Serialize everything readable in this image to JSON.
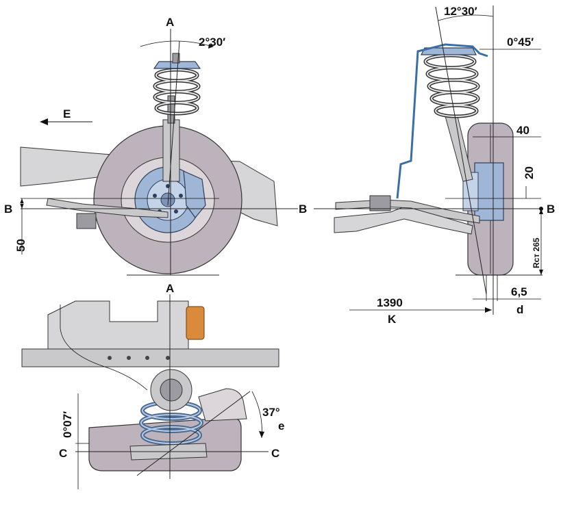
{
  "diagram": {
    "labels": {
      "axis_a_top": "A",
      "axis_a_bottom": "A",
      "axis_b_left": "B",
      "axis_b_mid": "B",
      "axis_b_right": "B",
      "axis_c_left": "C",
      "axis_c_right": "C",
      "direction_e": "E",
      "angle_e": "e",
      "k": "K",
      "d": "d"
    },
    "dimensions": {
      "caster_angle": "2°30′",
      "kingpin_angle": "12°30′",
      "camber_angle": "0°45′",
      "toe_angle": "0°07′",
      "steer_angle": "37°",
      "dim_40": "40",
      "dim_20": "20",
      "dim_50": "50",
      "dim_6_5": "6,5",
      "dim_1390": "1390",
      "rst_265": "Rст 265"
    }
  }
}
